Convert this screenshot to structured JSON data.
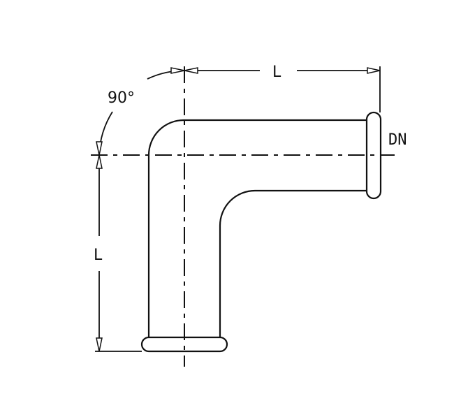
{
  "diagram": {
    "type": "90-degree pipe elbow technical drawing",
    "labels": {
      "angle": "90°",
      "length_horizontal": "L",
      "length_vertical": "L",
      "nominal_diameter": "DN"
    },
    "colors": {
      "line": "#111111",
      "background": "#ffffff"
    }
  }
}
